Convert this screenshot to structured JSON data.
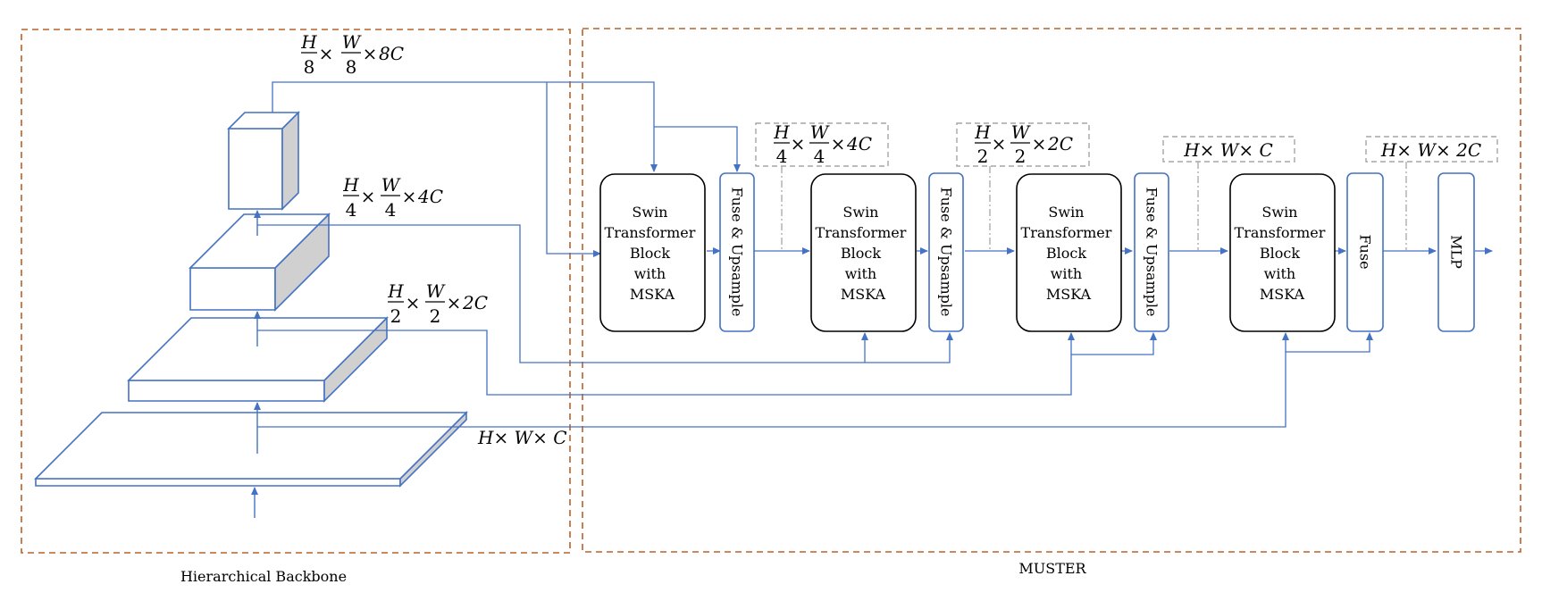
{
  "groups": {
    "backbone": {
      "label": "Hierarchical Backbone"
    },
    "muster": {
      "label": "MUSTER"
    }
  },
  "dims": {
    "d8": {
      "num1": "H",
      "den1": "8",
      "num2": "W",
      "den2": "8",
      "tail": "8C"
    },
    "d4": {
      "num1": "H",
      "den1": "4",
      "num2": "W",
      "den2": "4",
      "tail": "4C"
    },
    "d2": {
      "num1": "H",
      "den1": "2",
      "num2": "W",
      "den2": "2",
      "tail": "2C"
    },
    "d1": {
      "text": "H× W× C"
    },
    "d1_2c": {
      "text": "H× W× 2C"
    },
    "times": "×"
  },
  "swin_block": {
    "lines": [
      "Swin",
      "Transformer",
      "Block",
      "with",
      "MSKA"
    ]
  },
  "fuse_upsample_label": "Fuse & Upsample",
  "fuse_label": "Fuse",
  "mlp_label": "MLP",
  "colors": {
    "blue": "#4472C4",
    "orange_dash": "#B8602A",
    "gray_dash": "#A6A6A6",
    "cube_side": "#D0D0D0"
  }
}
